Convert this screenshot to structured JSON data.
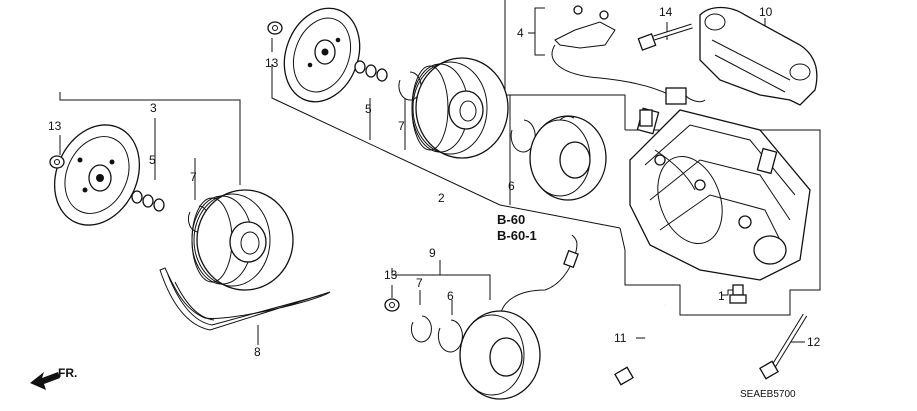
{
  "diagram": {
    "callouts": {
      "n1": "1",
      "n2": "2",
      "n3": "3",
      "n4": "4",
      "n5a": "5",
      "n5b": "5",
      "n6a": "6",
      "n6b": "6",
      "n7a": "7",
      "n7b": "7",
      "n7c": "7",
      "n8": "8",
      "n9": "9",
      "n10": "10",
      "n11": "11",
      "n12": "12",
      "n13a": "13",
      "n13b": "13",
      "n13c": "13",
      "n14": "14"
    },
    "references": {
      "ref1": "B-60",
      "ref2": "B-60-1"
    },
    "direction_label": "FR.",
    "diagram_code": "SEAEB5700"
  }
}
